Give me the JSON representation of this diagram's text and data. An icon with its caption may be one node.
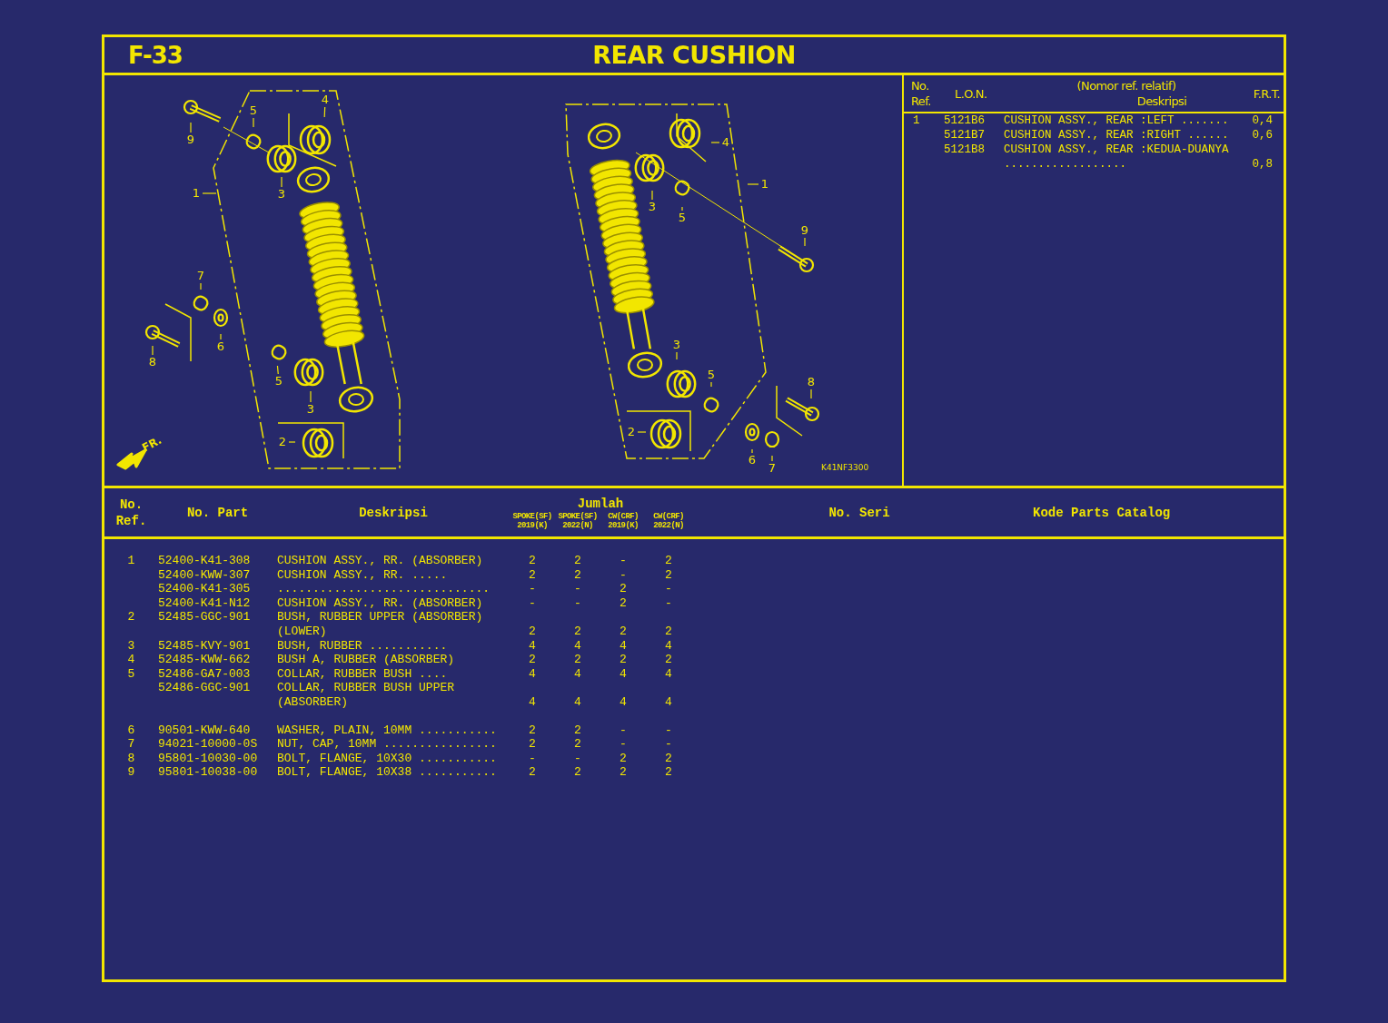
{
  "diagram": {
    "title": "REAR CUSHION",
    "nodes": [
      {
        "text": [
          "9"
        ]
      },
      {
        "text": [
          "5"
        ]
      },
      {
        "text": [
          "4"
        ]
      },
      {
        "text": [
          "3"
        ]
      },
      {
        "text": [
          "1"
        ]
      },
      {
        "text": [
          "7"
        ]
      },
      {
        "text": [
          "6"
        ]
      },
      {
        "text": [
          "8"
        ]
      },
      {
        "text": [
          "5"
        ]
      },
      {
        "text": [
          "3"
        ]
      },
      {
        "text": [
          "2"
        ]
      },
      {
        "text": [
          "4"
        ]
      },
      {
        "text": [
          "1"
        ]
      },
      {
        "text": [
          "3"
        ]
      },
      {
        "text": [
          "5"
        ]
      },
      {
        "text": [
          "9"
        ]
      },
      {
        "text": [
          "3"
        ]
      },
      {
        "text": [
          "5"
        ]
      },
      {
        "text": [
          "8"
        ]
      },
      {
        "text": [
          "2"
        ]
      },
      {
        "text": [
          "6"
        ]
      },
      {
        "text": [
          "7"
        ]
      }
    ],
    "edges": [
      {
        "from": 0,
        "to": null,
        "arrow": "none"
      },
      {
        "from": 1,
        "to": null,
        "arrow": "none"
      },
      {
        "from": 2,
        "to": null,
        "arrow": "none"
      },
      {
        "from": 3,
        "to": null,
        "arrow": "none"
      },
      {
        "from": 4,
        "to": null,
        "arrow": "none"
      },
      {
        "from": 5,
        "to": null,
        "arrow": "none"
      },
      {
        "from": 6,
        "to": null,
        "arrow": "none"
      },
      {
        "from": 7,
        "to": null,
        "arrow": "none"
      },
      {
        "from": 8,
        "to": null,
        "arrow": "none"
      },
      {
        "from": 9,
        "to": null,
        "arrow": "none"
      },
      {
        "from": 10,
        "to": null,
        "arrow": "none"
      },
      {
        "from": 11,
        "to": null,
        "arrow": "none"
      },
      {
        "from": 12,
        "to": null,
        "arrow": "none"
      },
      {
        "from": 13,
        "to": null,
        "arrow": "none"
      },
      {
        "from": 14,
        "to": null,
        "arrow": "none"
      },
      {
        "from": 15,
        "to": null,
        "arrow": "none"
      },
      {
        "from": 16,
        "to": null,
        "arrow": "none"
      },
      {
        "from": 17,
        "to": null,
        "arrow": "none"
      },
      {
        "from": 18,
        "to": null,
        "arrow": "none"
      },
      {
        "from": 19,
        "to": null,
        "arrow": "none"
      },
      {
        "from": 20,
        "to": null,
        "arrow": "none"
      },
      {
        "from": 21,
        "to": null,
        "arrow": "none"
      }
    ],
    "labels": [
      "F-33",
      "No. Ref.",
      "L.O.N.",
      "(Nomor ref. relatif)",
      "Deskripsi",
      "F.R.T.",
      "1",
      "5121B6",
      "CUSHION ASSY., REAR :LEFT .......",
      "0,4",
      "5121B7",
      "CUSHION ASSY., REAR :RIGHT ......",
      "0,6",
      "5121B8",
      "CUSHION ASSY., REAR :KEDUA-DUANYA ..................",
      "0,8",
      "FR.",
      "K41NF3300",
      "No. Ref.",
      "No. Part",
      "Deskripsi",
      "Jumlah",
      "SPOKE(SF) 2019(K)",
      "SPOKE(SF) 2022(N)",
      "CW(CRF) 2019(K)",
      "CW(CRF) 2022(N)",
      "No. Seri",
      "Kode Parts Catalog",
      "1",
      "52400-K41-308",
      "CUSHION ASSY., RR. (ABSORBER)",
      "2",
      "2",
      "-",
      "2",
      "52400-KWW-307",
      "CUSHION ASSY., RR. .....",
      "2",
      "2",
      "-",
      "2",
      "52400-K41-305",
      "..............................",
      "-",
      "-",
      "2",
      "-",
      "52400-K41-N12",
      "CUSHION ASSY., RR. (ABSORBER)",
      "-",
      "-",
      "2",
      "-",
      "2",
      "52485-GGC-901",
      "BUSH, RUBBER UPPER (ABSORBER) (LOWER)",
      "2",
      "2",
      "2",
      "2",
      "3",
      "52485-KVY-901",
      "BUSH, RUBBER ...........",
      "4",
      "4",
      "4",
      "4",
      "4",
      "52485-KWW-662",
      "BUSH A, RUBBER (ABSORBER)",
      "2",
      "2",
      "2",
      "2",
      "5",
      "52486-GA7-003",
      "COLLAR, RUBBER BUSH ....",
      "4",
      "4",
      "4",
      "4",
      "52486-GGC-901",
      "COLLAR, RUBBER BUSH UPPER (ABSORBER)",
      "4",
      "4",
      "4",
      "4",
      "6",
      "90501-KWW-640",
      "WASHER, PLAIN, 10MM ...........",
      "2",
      "2",
      "-",
      "-",
      "7",
      "94021-10000-0S",
      "NUT, CAP, 10MM ................",
      "2",
      "2",
      "-",
      "-",
      "8",
      "95801-10030-00",
      "BOLT, FLANGE, 10X30 ...........",
      "-",
      "-",
      "2",
      "2",
      "9",
      "95801-10038-00",
      "BOLT, FLANGE, 10X38 ...........",
      "2",
      "2",
      "2",
      "2"
    ]
  }
}
